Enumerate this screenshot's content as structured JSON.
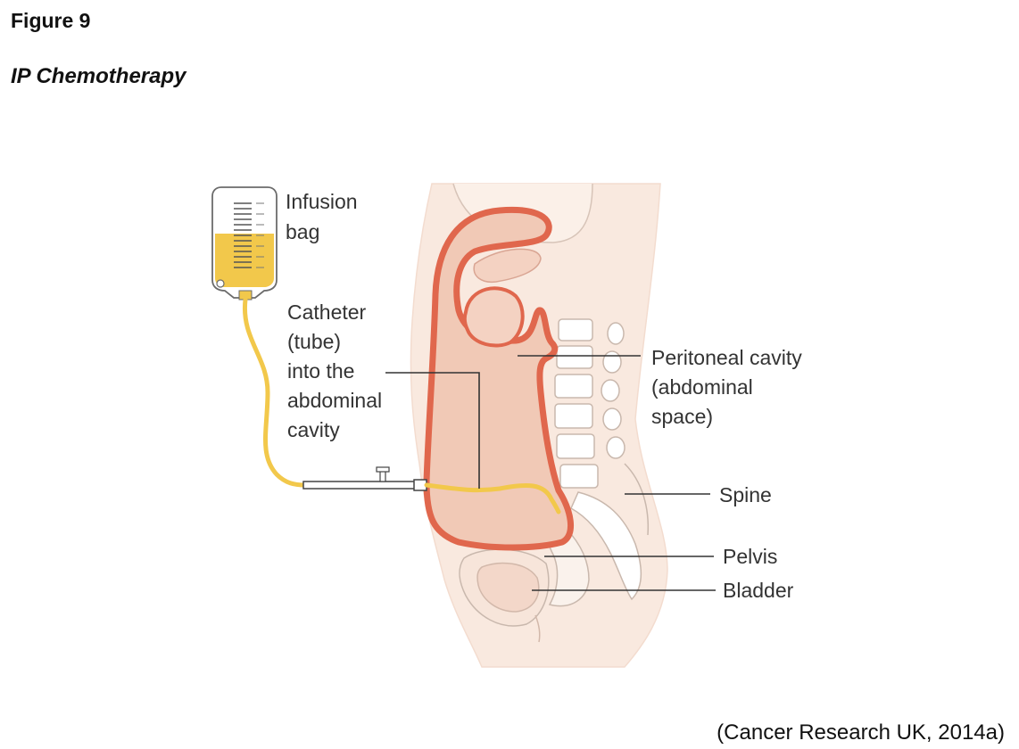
{
  "figure": {
    "number": "Figure 9",
    "title": "IP Chemotherapy",
    "citation": "(Cancer Research UK, 2014a)"
  },
  "labels": {
    "infusion_bag": [
      "Infusion",
      "bag"
    ],
    "catheter": [
      "Catheter",
      "(tube)",
      "into the",
      "abdominal",
      "cavity"
    ],
    "peritoneal": [
      "Peritoneal cavity",
      "(abdominal",
      "space)"
    ],
    "spine": "Spine",
    "pelvis": "Pelvis",
    "bladder": "Bladder"
  },
  "colors": {
    "skin": "#f9e9df",
    "cavity_fill": "#f1c9b6",
    "peritoneum": "#e0674d",
    "fluid": "#f2c84b",
    "bone": "#ffffff",
    "outline": "#cdbcb0"
  }
}
